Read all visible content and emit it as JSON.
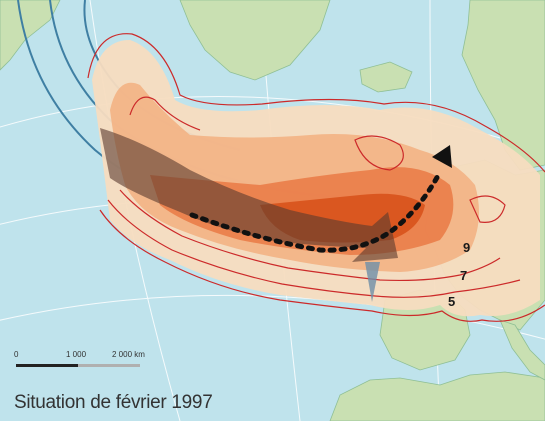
{
  "map": {
    "caption": "Situation de février 1997",
    "contour_labels": {
      "c9": "9",
      "c7": "7",
      "c5": "5"
    },
    "scale": {
      "tick_0": "0",
      "tick_1000": "1 000",
      "tick_2000": "2 000 km"
    },
    "colors": {
      "ocean": "#bfe3ec",
      "land": "#c9e0b2",
      "contour_line": "#cc2a2a",
      "shade_light": "#f7dcc0",
      "shade_mid": "#f2b487",
      "shade_strong": "#ea7f4c",
      "shade_max": "#d9541e",
      "jet_arrow": "#5a3a2e",
      "storm_track": "#111111",
      "blue_contour": "#3f7fa3"
    }
  }
}
